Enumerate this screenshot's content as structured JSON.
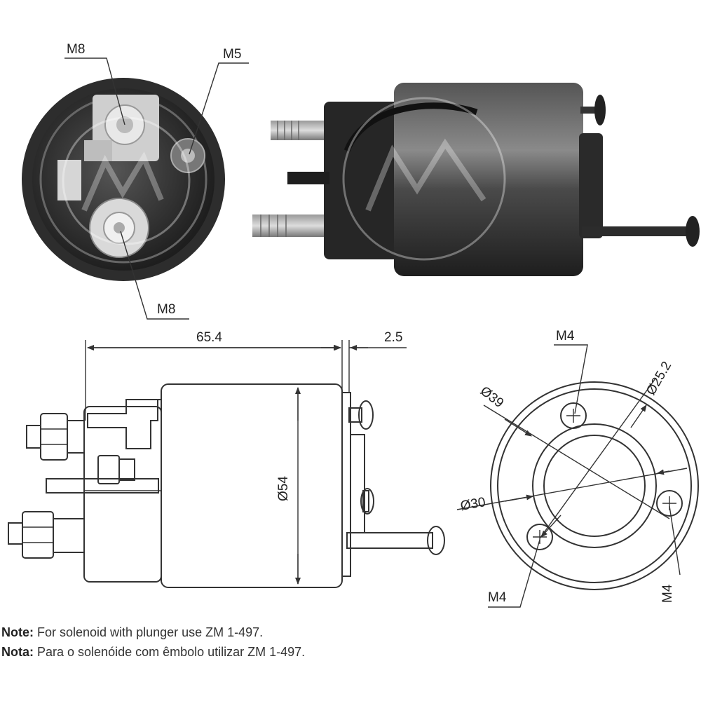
{
  "photo_labels": {
    "top_terminal": "M8",
    "bottom_terminal": "M8",
    "small_terminal": "M5"
  },
  "side_view": {
    "length": "65.4",
    "gap": "2.5",
    "diameter": "Ø54"
  },
  "end_view": {
    "outer_diameter": "Ø39",
    "bolt_circle": "Ø25.2",
    "inner_diameter": "Ø30",
    "screw_top": "M4",
    "screw_bottom_left": "M4",
    "screw_bottom_right": "M4"
  },
  "notes": [
    {
      "key": "Note:",
      "text": " For solenoid with plunger use ZM 1-497."
    },
    {
      "key": "Nota:",
      "text": " Para o solenóide com êmbolo utilizar ZM 1-497."
    }
  ],
  "colors": {
    "body_dark": "#3a3a3a",
    "line": "#333333",
    "background": "#ffffff"
  }
}
